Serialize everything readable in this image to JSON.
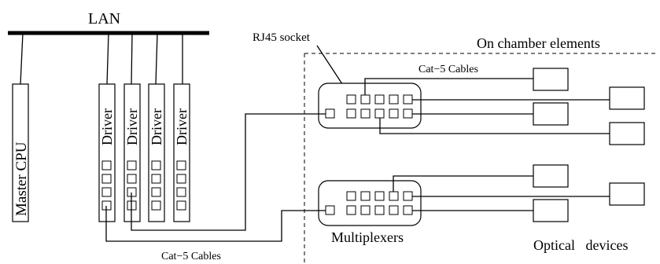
{
  "labels": {
    "lan": "LAN",
    "master_cpu": "Master CPU",
    "driver": "Driver",
    "rj45_socket": "RJ45 socket",
    "on_chamber_elements": "On chamber elements",
    "cat5_cables_top": "Cat−5 Cables",
    "cat5_cables_bottom": "Cat−5 Cables",
    "multiplexers": "Multiplexers",
    "optical_devices": "Optical   devices"
  },
  "drivers": [
    "Driver",
    "Driver",
    "Driver",
    "Driver"
  ]
}
